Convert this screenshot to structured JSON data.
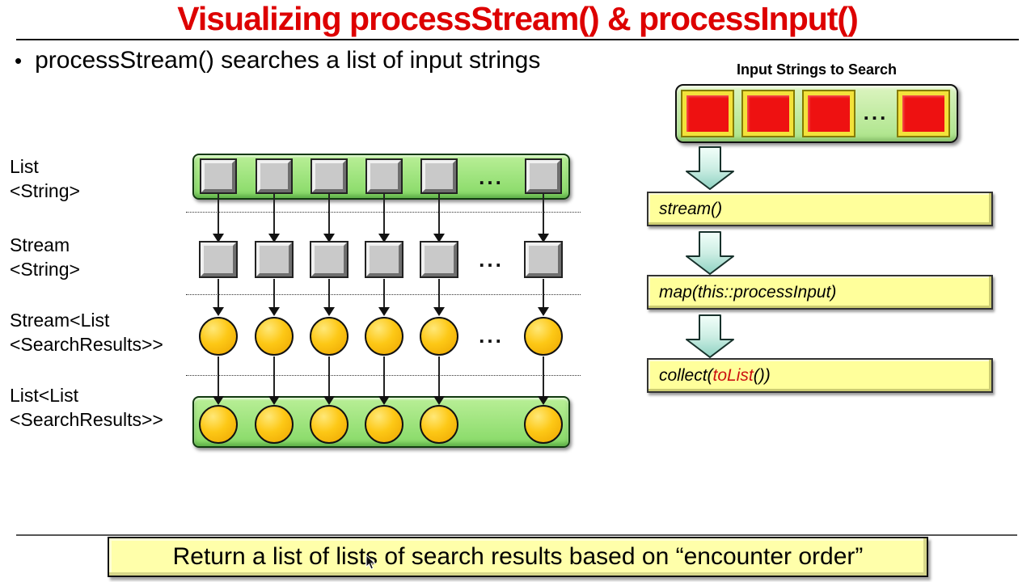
{
  "title": "Visualizing processStream() & processInput()",
  "bullet": {
    "marker": "•",
    "text": "processStream() searches a list of input strings"
  },
  "left_diagram": {
    "ellipsis": "...",
    "visible_items": 5,
    "trailing_items": 1,
    "labels": [
      {
        "line1": "List",
        "line2": "<String>"
      },
      {
        "line1": "Stream",
        "line2": "<String>"
      },
      {
        "line1": "Stream<List",
        "line2": "<SearchResults>>"
      },
      {
        "line1": "List<List",
        "line2": "<SearchResults>>"
      }
    ]
  },
  "right_flow": {
    "heading": "Input Strings to Search",
    "input_bar": {
      "visible_cells": 3,
      "trailing_cells": 1,
      "ellipsis": "..."
    },
    "steps": [
      {
        "pre": "stream()",
        "red": "",
        "post": ""
      },
      {
        "pre": "map(this::processInput)",
        "red": "",
        "post": ""
      },
      {
        "pre": "collect(",
        "red": "toList",
        "post": "())"
      }
    ]
  },
  "banner": {
    "text": "Return a list of lists of search results based on “encounter order”"
  },
  "colors": {
    "title_red": "#dd0000",
    "highlight_red": "#cc1111",
    "left_bar_green": "#9be47b",
    "input_bar_green": "#c6ebaa",
    "step_box_yellow": "#ffff9b",
    "banner_yellow": "#ffffaa",
    "cell_red": "#ee1111",
    "cell_border_yellow": "#f3e23a",
    "arrow_cyan": "#b9e7da",
    "square_gray": "#c9c9c9",
    "circle_gold": "#f6b800"
  }
}
